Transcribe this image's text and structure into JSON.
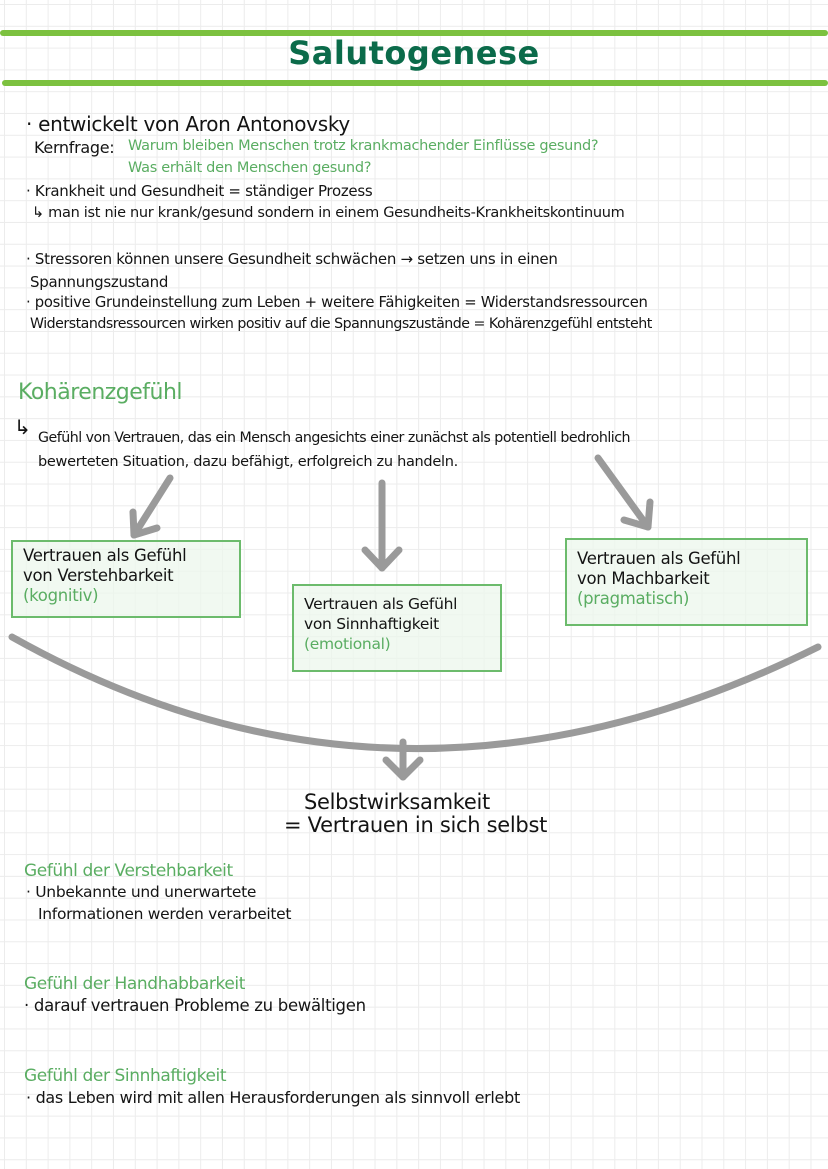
{
  "header": {
    "title": "Salutogenese"
  },
  "intro": {
    "line1": "· entwickelt von Aron Antonovsky",
    "kernfrage_label": "Kernfrage:",
    "kernfrage_q1": "Warum bleiben Menschen trotz krankmachender Einflüsse gesund?",
    "kernfrage_q2": "Was erhält den Menschen gesund?",
    "line3": "· Krankheit und Gesundheit = ständiger Prozess",
    "line4": "↳ man ist nie nur krank/gesund sondern in einem Gesundheits-Krankheitskontinuum"
  },
  "stress": {
    "line1": "· Stressoren können unsere Gesundheit schwächen → setzen uns in einen",
    "line2": "Spannungszustand",
    "line3": "· positive Grundeinstellung zum Leben + weitere Fähigkeiten = Widerstandsressourcen",
    "line4": "Widerstandsressourcen wirken positiv auf die Spannungszustände = Kohärenzgefühl entsteht"
  },
  "koharenz": {
    "heading": "Kohärenzgefühl",
    "def_line1": "Gefühl von Vertrauen, das ein Mensch angesichts einer zunächst als potentiell bedrohlich",
    "def_line2": "bewerteten Situation, dazu befähigt, erfolgreich zu handeln."
  },
  "boxes": [
    {
      "line1": "Vertrauen als Gefühl",
      "line2": "von Verstehbarkeit",
      "tag": "(kognitiv)"
    },
    {
      "line1": "Vertrauen als Gefühl",
      "line2": "von Sinnhaftigkeit",
      "tag": "(emotional)"
    },
    {
      "line1": "Vertrauen als Gefühl",
      "line2": "von Machbarkeit",
      "tag": "(pragmatisch)"
    }
  ],
  "result": {
    "line1": "Selbstwirksamkeit",
    "line2": "= Vertrauen in sich selbst"
  },
  "sections": [
    {
      "heading": "Gefühl der Verstehbarkeit",
      "lines": [
        "· Unbekannte und unerwartete",
        "Informationen werden verarbeitet"
      ]
    },
    {
      "heading": "Gefühl der Handhabbarkeit",
      "lines": [
        "· darauf vertrauen Probleme zu bewältigen"
      ]
    },
    {
      "heading": "Gefühl der Sinnhaftigkeit",
      "lines": [
        "· das Leben wird mit allen Herausforderungen als sinnvoll erlebt"
      ]
    }
  ],
  "colors": {
    "title": "#0b6b4a",
    "bar": "#7cc13f",
    "accent_green": "#5aad62",
    "box_border": "#6cbb6c",
    "arrow_gray": "#9a9a9a",
    "text": "#141414"
  }
}
